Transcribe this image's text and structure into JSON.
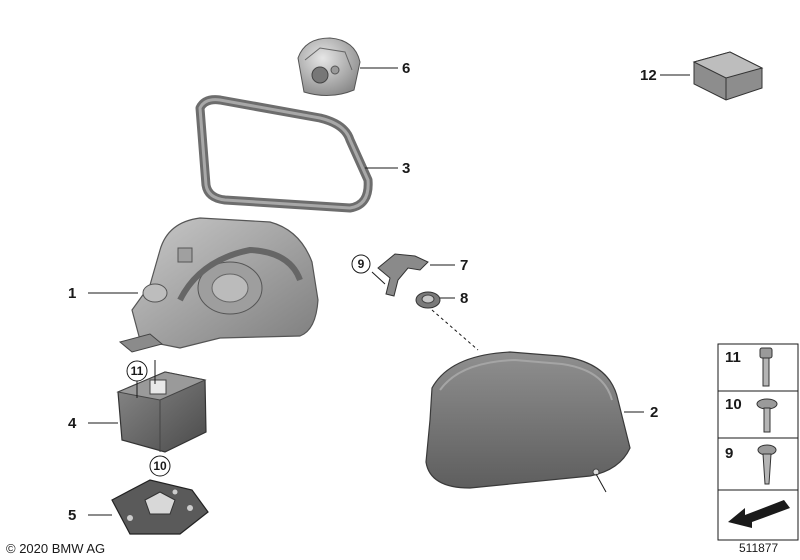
{
  "callouts": {
    "c1": "1",
    "c2": "2",
    "c3": "3",
    "c4": "4",
    "c5": "5",
    "c6": "6",
    "c7": "7",
    "c8": "8",
    "c9": "9",
    "c10": "10",
    "c11": "11",
    "c12": "12"
  },
  "legend": {
    "items": [
      "11",
      "10",
      "9"
    ]
  },
  "footer": {
    "copyright": "© 2020 BMW AG",
    "diagram_number": "511877"
  }
}
